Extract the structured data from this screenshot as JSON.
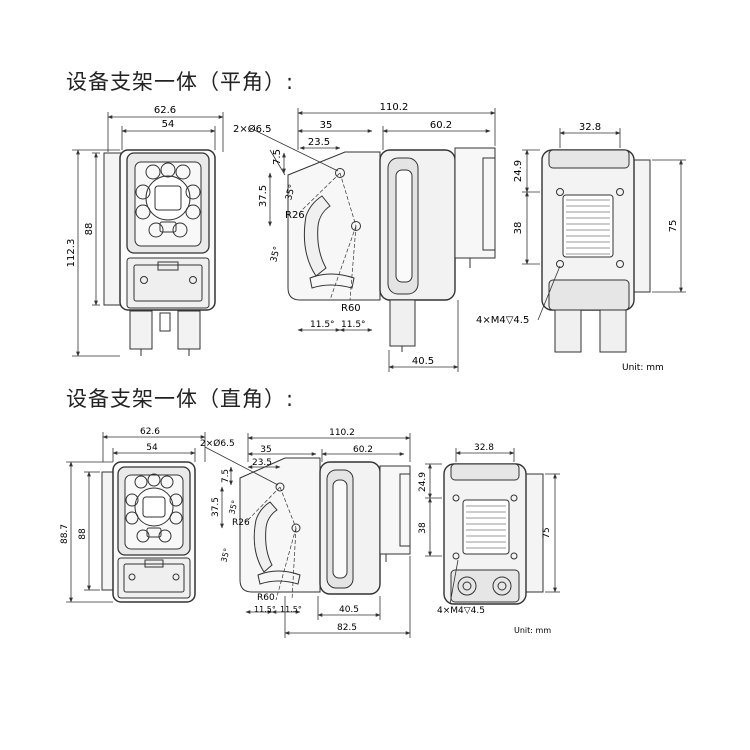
{
  "sections": [
    {
      "title": "设备支架一体（平角）:",
      "front": {
        "w_outer": "62.6",
        "w_inner": "54",
        "h_outer": "112.3",
        "h_inner": "88"
      },
      "side": {
        "total": "110.2",
        "holes": "2×Ø6.5",
        "d35": "35",
        "d23_5": "23.5",
        "d60_2": "60.2",
        "d7_5": "7.5",
        "d37_5": "37.5",
        "ang35a": "35°",
        "ang35b": "35°",
        "r26": "R26",
        "r60": "R60",
        "d11_5a": "11.5°",
        "d11_5b": "11.5°",
        "d40_5": "40.5"
      },
      "back": {
        "w": "32.8",
        "h24_9": "24.9",
        "h38": "38",
        "h75": "75",
        "thread": "4×M4▽4.5",
        "unit": "Unit: mm"
      }
    },
    {
      "title": "设备支架一体（直角）:",
      "front": {
        "w_outer": "62.6",
        "w_inner": "54",
        "h_outer": "88.7",
        "h_inner": "88"
      },
      "side": {
        "total": "110.2",
        "holes": "2×Ø6.5",
        "d35": "35",
        "d23_5": "23.5",
        "d60_2": "60.2",
        "d7_5": "7.5",
        "d37_5": "37.5",
        "ang35a": "35°",
        "ang35b": "35°",
        "r26": "R26",
        "r60": "R60",
        "d11_5a": "11.5°",
        "d11_5b": "11.5°",
        "d40_5": "40.5",
        "d82_5": "82.5"
      },
      "back": {
        "w": "32.8",
        "h24_9": "24.9",
        "h38": "38",
        "h75": "75",
        "thread": "4×M4▽4.5",
        "unit": "Unit: mm"
      }
    }
  ]
}
